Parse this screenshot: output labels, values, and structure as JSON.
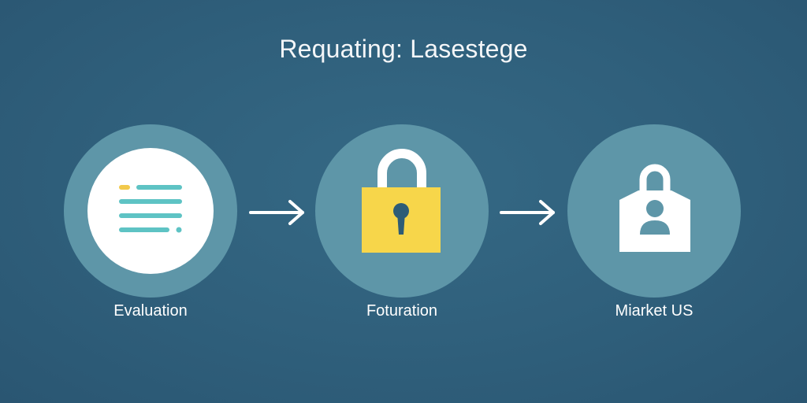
{
  "title": "Requating: Lasestege",
  "steps": [
    {
      "label": "Evaluation",
      "icon": "document-list-icon"
    },
    {
      "label": "Foturation",
      "icon": "padlock-icon"
    },
    {
      "label": "Miarket US",
      "icon": "user-lock-icon"
    }
  ],
  "colors": {
    "background": "#30607c",
    "circle": "#5e96a8",
    "list_line": "#5ec3c4",
    "list_accent": "#f2c94c",
    "lock_body": "#f7d64a",
    "keyhole": "#2e5c76",
    "white": "#ffffff"
  }
}
